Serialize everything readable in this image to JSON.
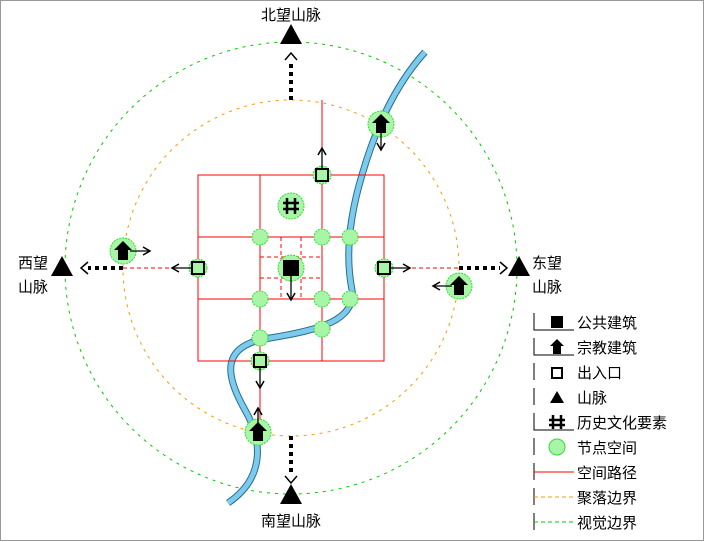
{
  "mountains": {
    "north": "北望山脉",
    "south": "南望山脉",
    "west_line1": "西望",
    "west_line2": "山脉",
    "east_line1": "东望",
    "east_line2": "山脉"
  },
  "legend": [
    {
      "icon": "filled-square-icon",
      "label": "公共建筑"
    },
    {
      "icon": "house-arrow-icon",
      "label": "宗教建筑"
    },
    {
      "icon": "hollow-square-icon",
      "label": "出入口"
    },
    {
      "icon": "triangle-icon",
      "label": "山脉"
    },
    {
      "icon": "hash-icon",
      "label": "历史文化要素"
    },
    {
      "icon": "green-circle-icon",
      "label": "节点空间"
    },
    {
      "icon": "red-line-icon",
      "label": "空间路径"
    },
    {
      "icon": "orange-dashed-line-icon",
      "label": "聚落边界"
    },
    {
      "icon": "green-dashed-line-icon",
      "label": "视觉边界"
    }
  ],
  "colors": {
    "path": "#ff0000",
    "settlement_boundary": "#ff9900",
    "visual_boundary": "#00cc00",
    "node_fill": "#a8f5a8",
    "node_stroke": "#33dd33",
    "river": "#7ccbee"
  }
}
